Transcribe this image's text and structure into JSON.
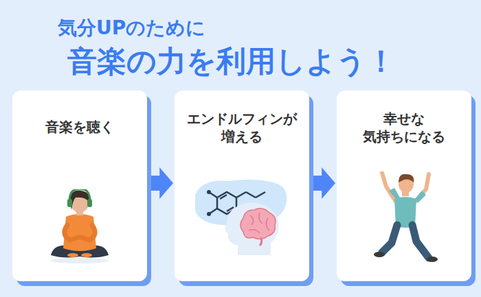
{
  "diagram": {
    "title": "気分UPのために",
    "nodes": [
      {
        "text": [
          "音楽を聴く"
        ]
      },
      {
        "text": [
          "エンドルフィンが 増える"
        ]
      },
      {
        "text": [
          "幸せな 気持ちになる"
        ]
      }
    ],
    "edges": [
      {
        "from": 0,
        "to": 1,
        "arrow": "to"
      },
      {
        "from": 1,
        "to": 2,
        "arrow": "to"
      }
    ],
    "labels": [
      "音楽の力を利用しよう！"
    ]
  }
}
